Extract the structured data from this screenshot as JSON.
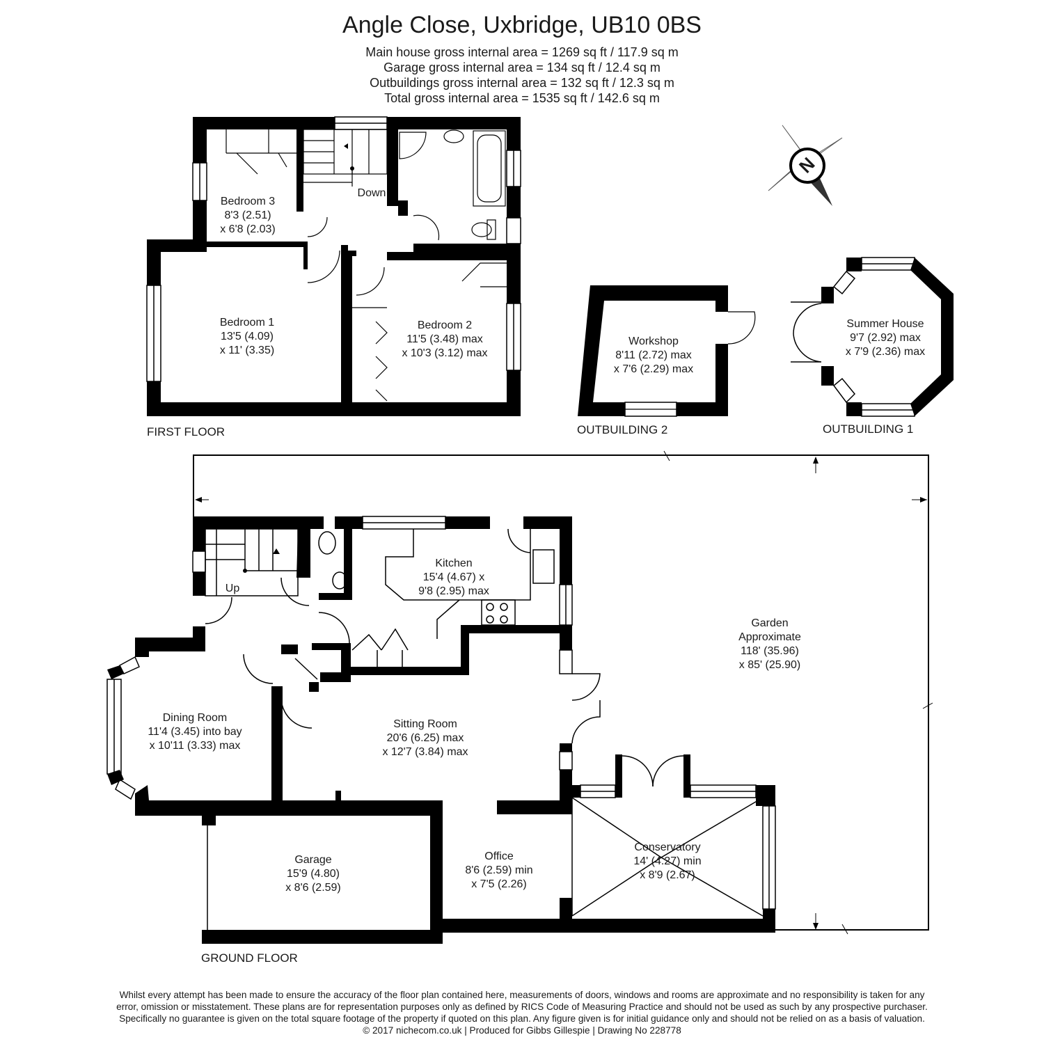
{
  "header": {
    "title": "Angle Close, Uxbridge, UB10 0BS",
    "areas": [
      "Main house gross internal area =  1269 sq ft / 117.9 sq m",
      "Garage gross internal area = 134 sq ft / 12.4 sq m",
      "Outbuildings gross internal area = 132 sq ft / 12.3 sq m",
      "Total gross internal area =  1535 sq ft / 142.6 sq m"
    ]
  },
  "compass": {
    "label": "N",
    "icon": "north-arrow-icon"
  },
  "floors": {
    "first": "FIRST FLOOR",
    "ground": "GROUND FLOOR",
    "outbuilding2": "OUTBUILDING 2",
    "outbuilding1": "OUTBUILDING 1"
  },
  "rooms": {
    "bedroom3": [
      "Bedroom 3",
      "8'3 (2.51)",
      "x 6'8 (2.03)"
    ],
    "bedroom1": [
      "Bedroom 1",
      "13'5 (4.09)",
      "x 11' (3.35)"
    ],
    "bedroom2": [
      "Bedroom 2",
      "11'5 (3.48) max",
      "x 10'3 (3.12) max"
    ],
    "workshop": [
      "Workshop",
      "8'11 (2.72) max",
      "x 7'6 (2.29) max"
    ],
    "summerhouse": [
      "Summer House",
      "9'7 (2.92) max",
      "x 7'9 (2.36) max"
    ],
    "kitchen": [
      "Kitchen",
      "15'4 (4.67) x",
      "9'8 (2.95) max"
    ],
    "garden": [
      "Garden",
      "Approximate",
      "118' (35.96)",
      "x 85' (25.90)"
    ],
    "dining": [
      "Dining Room",
      "11'4 (3.45) into bay",
      "x 10'11 (3.33) max"
    ],
    "sitting": [
      "Sitting Room",
      "20'6 (6.25) max",
      "x 12'7 (3.84) max"
    ],
    "garage": [
      "Garage",
      "15'9 (4.80)",
      "x 8'6 (2.59)"
    ],
    "office": [
      "Office",
      "8'6 (2.59) min",
      "x 7'5 (2.26)"
    ],
    "conservatory": [
      "Conservatory",
      "14' (4.27) min",
      "x 8'9 (2.67)"
    ]
  },
  "stairs": {
    "down": "Down",
    "up": "Up"
  },
  "disclaimer": [
    "Whilst every attempt has been made to ensure the accuracy of the floor plan contained here, measurements of doors, windows and rooms are approximate and no responsibility is taken for any",
    "error, omission or misstatement. These plans are for representation purposes only as defined by RICS Code of Measuring Practice and should not be used as such by any prospective purchaser.",
    "Specifically no guarantee is given on the total square footage of the property if quoted on this plan. Any figure given is for initial guidance only and should not be relied on as a basis of valuation.",
    "© 2017 nichecom.co.uk  |  Produced for Gibbs Gillespie  |  Drawing No 228778"
  ]
}
